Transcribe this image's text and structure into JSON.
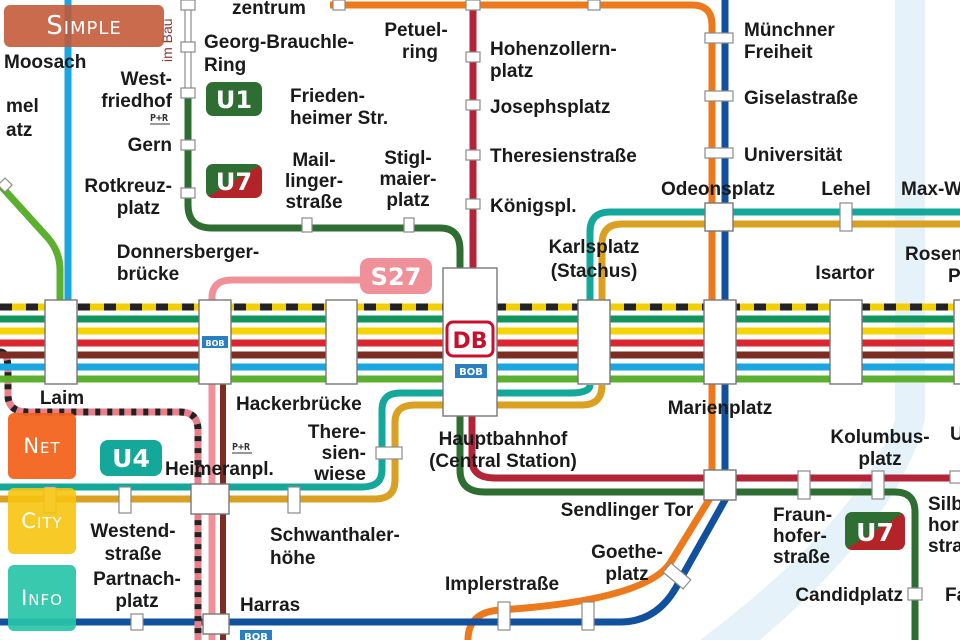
{
  "app": {
    "mode_buttons": {
      "simple": "Simple",
      "net": "Net",
      "city": "City",
      "info": "Info"
    }
  },
  "map": {
    "construction_note": "im Bau",
    "badges": {
      "u1": "U1",
      "u7_top": "U7",
      "s27": "S27",
      "u4": "U4",
      "u7_bottom": "U7",
      "db": "DB",
      "bob": "BOB",
      "park_ride": "P+R"
    },
    "colors": {
      "s_trunk_dash": "#f2d000",
      "s_dark_green": "#12955a",
      "s_yellow": "#f5d400",
      "s_red": "#d9262f",
      "s_brown": "#7b2d22",
      "s_light_blue": "#1aa6e0",
      "s_green": "#5cb030",
      "u1_u7_green": "#2f6e32",
      "u2_red": "#b32438",
      "u3_orange": "#ec7a1c",
      "u6_blue": "#10509c",
      "u4_teal": "#14a89a",
      "u5_gold": "#d9a021",
      "s27_pink": "#f0919a",
      "river": "#e4f1f8"
    },
    "stations": [
      {
        "lines": [
          "Moosach"
        ]
      },
      {
        "lines": [
          "zentrum"
        ]
      },
      {
        "lines": [
          "Georg-Brauchle-",
          "Ring"
        ]
      },
      {
        "lines": [
          "West-",
          "friedhof"
        ]
      },
      {
        "lines": [
          "Gern"
        ]
      },
      {
        "lines": [
          "Rotkreuz-",
          "platz"
        ]
      },
      {
        "lines": [
          "Mail-",
          "linger-",
          "straße"
        ]
      },
      {
        "lines": [
          "Stigl-",
          "maier-",
          "platz"
        ]
      },
      {
        "lines": [
          "Petuel-",
          "ring"
        ]
      },
      {
        "lines": [
          "Hohenzollern-",
          "platz"
        ]
      },
      {
        "lines": [
          "Josephsplatz"
        ]
      },
      {
        "lines": [
          "Theresienstraße"
        ]
      },
      {
        "lines": [
          "Königspl."
        ]
      },
      {
        "lines": [
          "Münchner",
          "Freiheit"
        ]
      },
      {
        "lines": [
          "Giselastraße"
        ]
      },
      {
        "lines": [
          "Universität"
        ]
      },
      {
        "lines": [
          "Odeonsplatz"
        ]
      },
      {
        "lines": [
          "Lehel"
        ]
      },
      {
        "lines": [
          "Max-Weber-Platz"
        ]
      },
      {
        "lines": [
          "Karlsplatz",
          "(Stachus)"
        ]
      },
      {
        "lines": [
          "Isartor"
        ]
      },
      {
        "lines": [
          "Rosenheimer",
          "Platz"
        ]
      },
      {
        "lines": [
          "Donnersberger-",
          "brücke"
        ]
      },
      {
        "lines": [
          "Laim"
        ]
      },
      {
        "lines": [
          "Hackerbrücke"
        ]
      },
      {
        "lines": [
          "There-",
          "sien-",
          "wiese"
        ]
      },
      {
        "lines": [
          "Hauptbahnhof",
          "(Central Station)"
        ]
      },
      {
        "lines": [
          "Marienplatz"
        ]
      },
      {
        "lines": [
          "Kolumbus-",
          "platz"
        ]
      },
      {
        "lines": [
          "U"
        ]
      },
      {
        "lines": [
          "Heimeranpl."
        ]
      },
      {
        "lines": [
          "Frieden-",
          "heimer Str."
        ]
      },
      {
        "lines": [
          "Westend-",
          "straße"
        ]
      },
      {
        "lines": [
          "Partnach-",
          "platz"
        ]
      },
      {
        "lines": [
          "mel",
          "atz"
        ]
      },
      {
        "lines": [
          "Schwanthaler-",
          "höhe"
        ]
      },
      {
        "lines": [
          "Sendlinger Tor"
        ]
      },
      {
        "lines": [
          "Goethe-",
          "platz"
        ]
      },
      {
        "lines": [
          "Implerstraße"
        ]
      },
      {
        "lines": [
          "Harras"
        ]
      },
      {
        "lines": [
          "Fraun-",
          "hofer-",
          "straße"
        ]
      },
      {
        "lines": [
          "Candidplatz"
        ]
      },
      {
        "lines": [
          "Silber-",
          "horn-",
          "straße"
        ]
      },
      {
        "lines": [
          "Fa"
        ]
      }
    ]
  }
}
